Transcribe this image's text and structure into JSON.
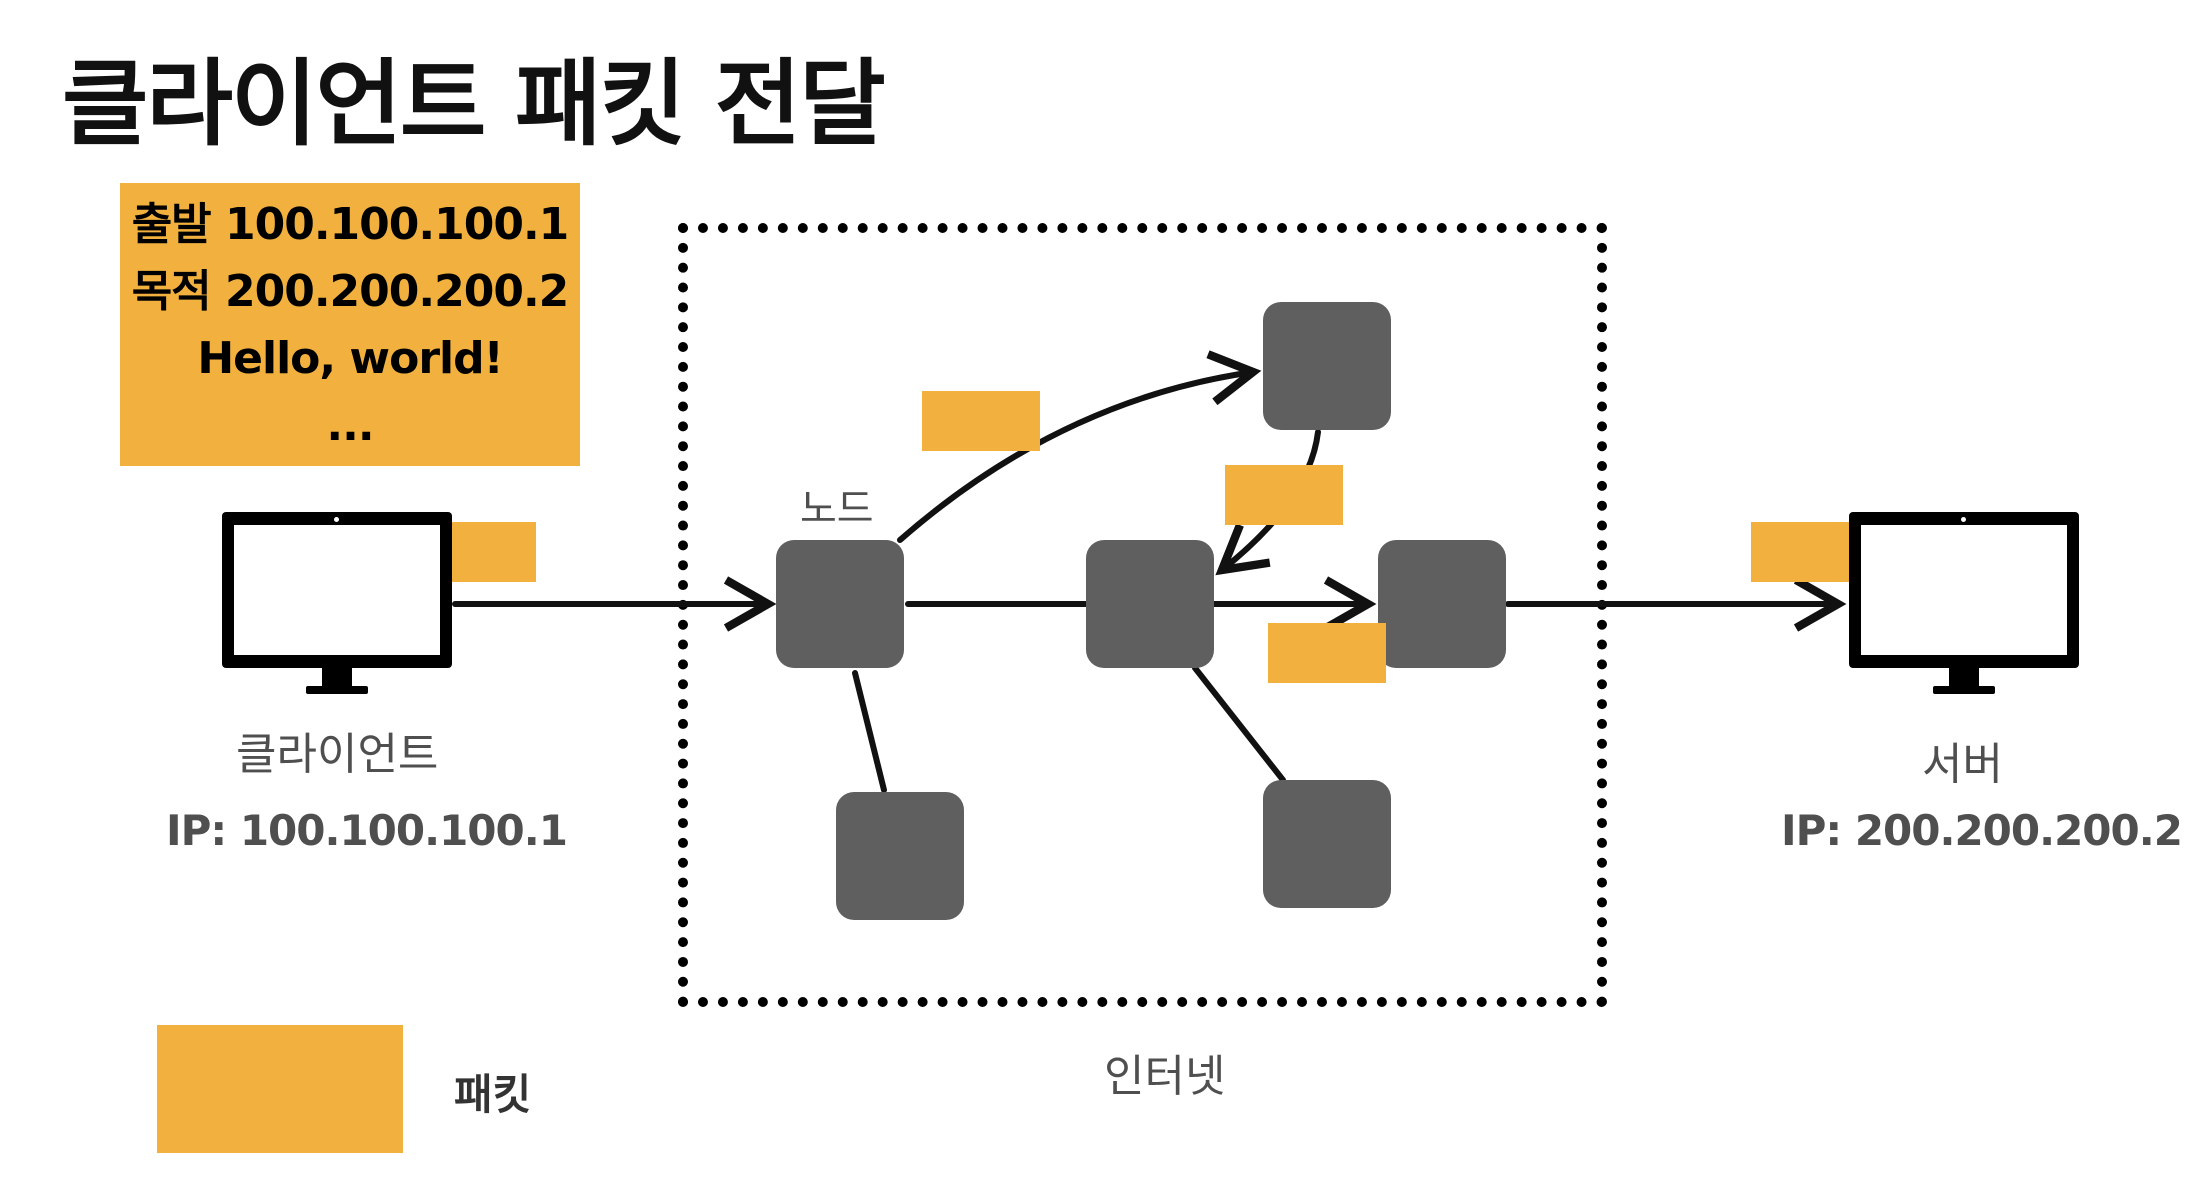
{
  "title": "클라이언트 패킷 전달",
  "info_box": {
    "lines": [
      "출발 100.100.100.1",
      "목적 200.200.200.2",
      "Hello, world!",
      "..."
    ]
  },
  "client": {
    "label": "클라이언트",
    "ip": "IP: 100.100.100.1"
  },
  "server": {
    "label": "서버",
    "ip": "IP: 200.200.200.2"
  },
  "node_label": "노드",
  "internet_label": "인터넷",
  "legend": {
    "label": "패킷"
  },
  "colors": {
    "packet": "#F2B13E",
    "node": "#5f5f5f",
    "edge": "#111111"
  }
}
